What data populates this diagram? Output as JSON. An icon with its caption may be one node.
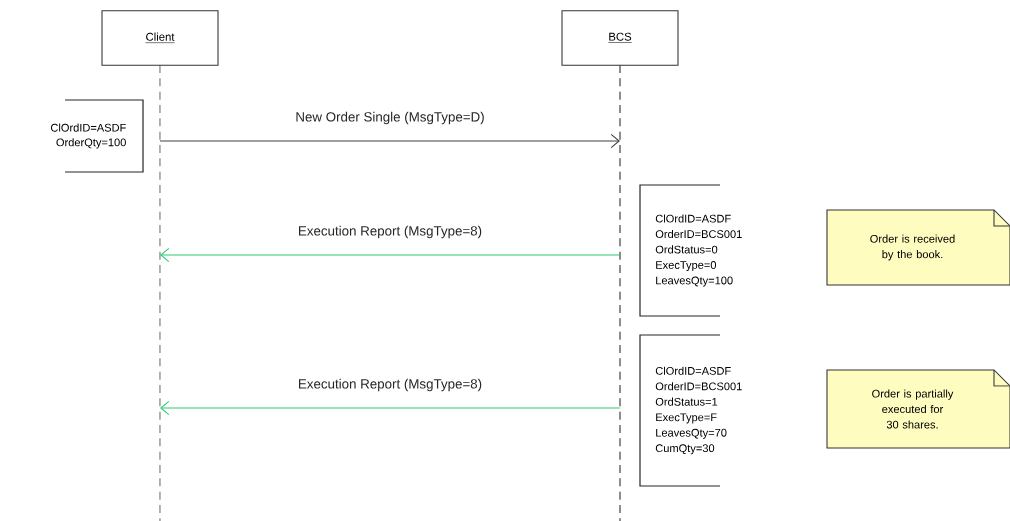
{
  "diagram": {
    "nodes": [
      {
        "text": [
          "Client"
        ]
      },
      {
        "text": [
          "BCS"
        ]
      },
      {
        "text": [
          "ClOrdID=ASDF OrderQty=100"
        ]
      },
      {
        "text": [
          "ClOrdID=ASDF OrderID=BCS001 OrdStatus=0 ExecType=0 LeavesQty=100"
        ]
      },
      {
        "text": [
          "Order is received by the book."
        ]
      },
      {
        "text": [
          "ClOrdID=ASDF OrderID=BCS001 OrdStatus=1 ExecType=F LeavesQty=70 CumQty=30"
        ]
      },
      {
        "text": [
          "Order is partially executed for 30 shares."
        ]
      }
    ],
    "edges": [
      {
        "from": 0,
        "to": 1,
        "arrow": "to",
        "label": "New Order Single (MsgType=D)",
        "color": "#404040"
      },
      {
        "from": 1,
        "to": 0,
        "arrow": "to",
        "label": "Execution Report (MsgType=8)",
        "color": "#2ecc71"
      },
      {
        "from": 1,
        "to": 0,
        "arrow": "to",
        "label": "Execution Report (MsgType=8)",
        "color": "#2ecc71"
      }
    ]
  }
}
